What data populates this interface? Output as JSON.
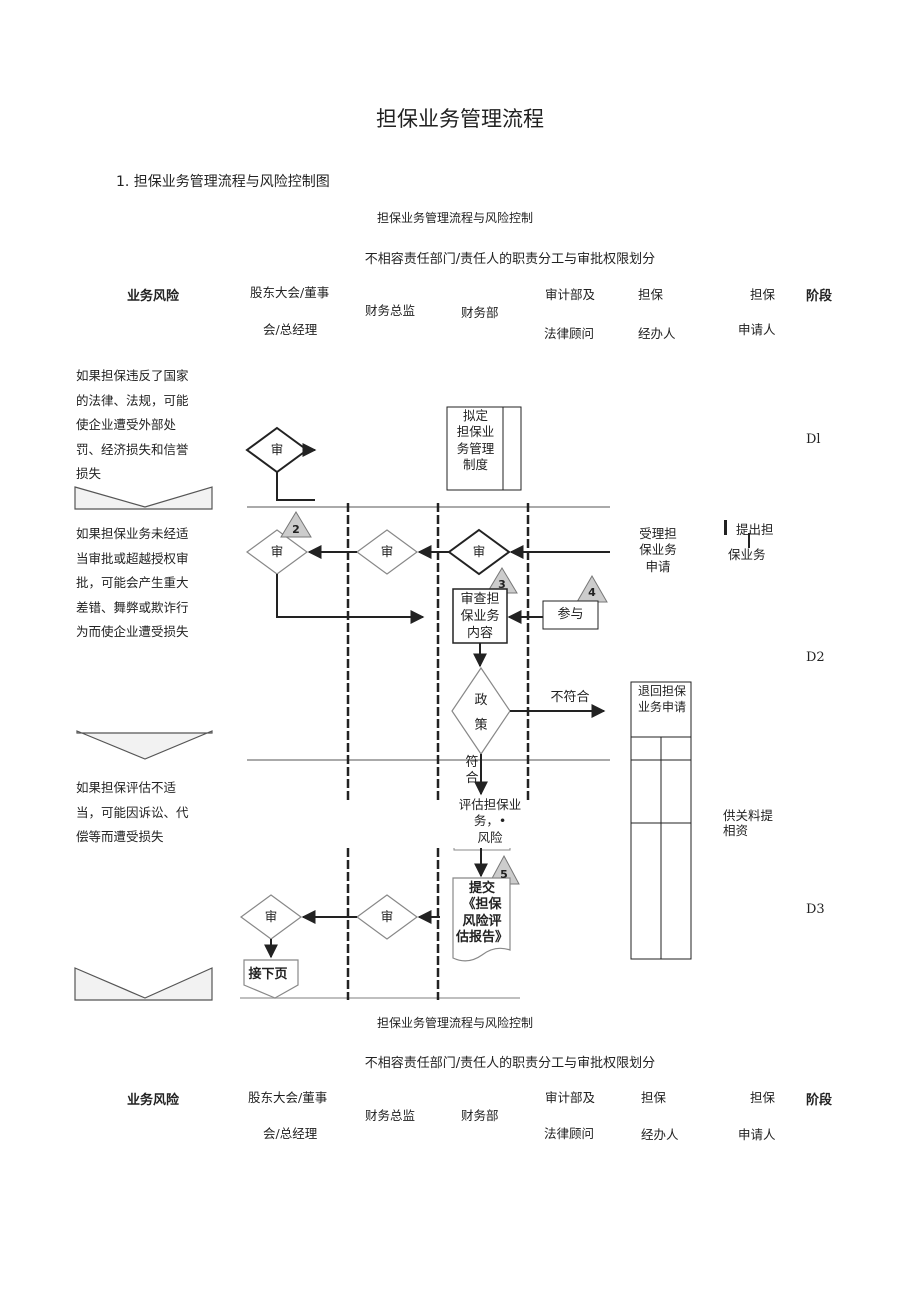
{
  "doc": {
    "title": "担保业务管理流程",
    "section_heading": "1. 担保业务管理流程与风险控制图",
    "chart_caption": "担保业务管理流程与风险控制",
    "division_heading": "不相容责任部门/责任人的职责分工与审批权限划分"
  },
  "columns": {
    "risk": "业务风险",
    "board_l1": "股东大会/董事",
    "board_l2": "会/总经理",
    "cfo": "财务总监",
    "finance": "财务部",
    "audit_l1": "审计部及",
    "audit_l2": "法律顾问",
    "agent_l1": "担保",
    "agent_l2": "经办人",
    "applicant_l1": "担保",
    "applicant_l2": "申请人",
    "stage": "阶段"
  },
  "risks": {
    "r1": [
      "如果担保违反了国家",
      "的法律、法规，可能",
      "使企业遭受外部处",
      "罚、经济损失和信誉",
      "损失"
    ],
    "r2": [
      "如果担保业务未经适",
      "当审批或超越授权审",
      "批，可能会产生重大",
      "差错、舞弊或欺诈行",
      "为而使企业遭受损失"
    ],
    "r3": [
      "如果担保评估不适",
      "当，可能因诉讼、代",
      "偿等而遭受损失"
    ]
  },
  "stages": {
    "d1": "Dl",
    "d2": "D2",
    "d3": "D3"
  },
  "nodes": {
    "approve": "审",
    "draft_l1": "拟定",
    "draft_l2": "担保业",
    "draft_l3": "务管理",
    "draft_l4": "制度",
    "accept_l1": "受理担",
    "accept_l2": "保业务",
    "accept_l3": "申请",
    "submit_l1": "提出担",
    "submit_l2": "保业务",
    "review_l1": "审查担",
    "review_l2": "保业务",
    "review_l3": "内容",
    "participate": "参与",
    "policy_l1": "政",
    "policy_l2": "策",
    "noncompliant": "不符合",
    "return_l1": "退回担保",
    "return_l2": "业务申请",
    "compliant_l1": "符",
    "compliant_l2": "合",
    "evaluate_l1": "评估担保业",
    "evaluate_l2": "务，•",
    "evaluate_l3": "风险",
    "provide_l1": "供关料提",
    "provide_l2": "相资",
    "report_l1": "提交",
    "report_l2": "《担保",
    "report_l3": "风险评",
    "report_l4": "估报告》",
    "next_page": "接下页"
  },
  "markers": {
    "m2": "2",
    "m3": "3",
    "m4": "4",
    "m5": "5"
  }
}
